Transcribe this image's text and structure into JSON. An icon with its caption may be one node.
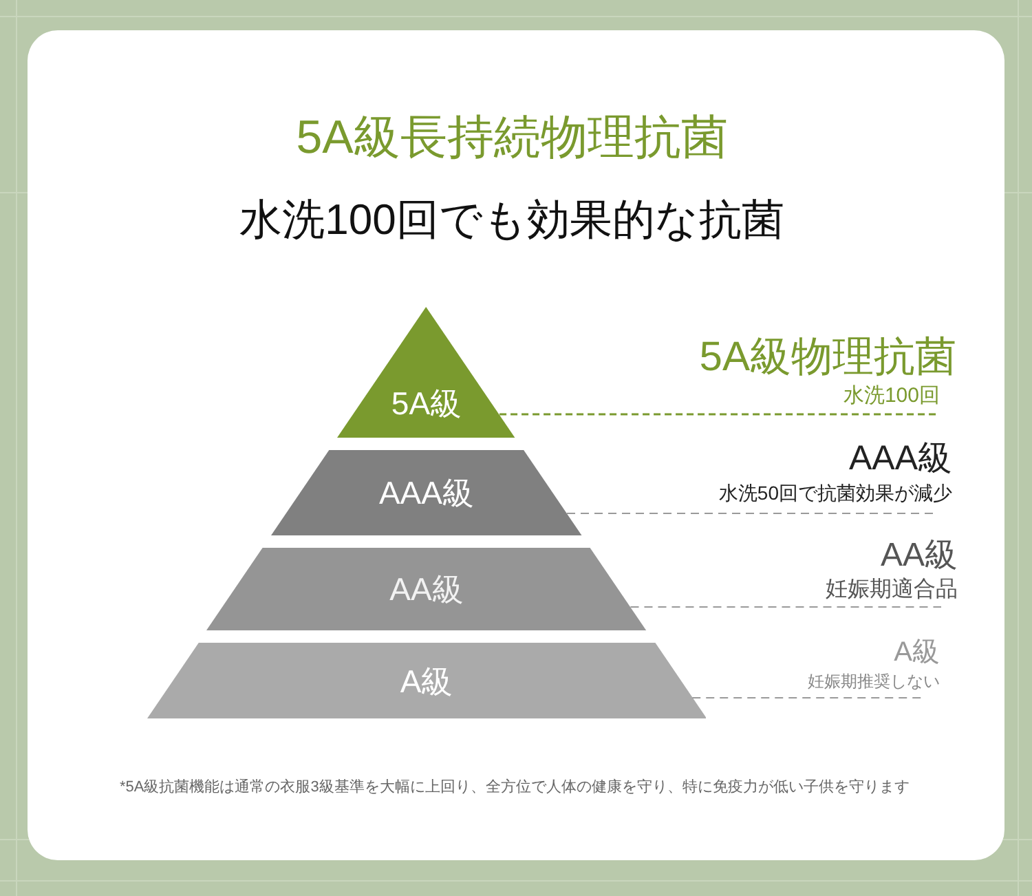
{
  "diagram": {
    "title": "5A級長持続物理抗菌",
    "nodes": [
      {
        "text": [
          "5A級"
        ]
      },
      {
        "text": [
          "AAA級"
        ]
      },
      {
        "text": [
          "AA級"
        ]
      },
      {
        "text": [
          "A級"
        ]
      },
      {
        "text": [
          "5A級物理抗菌",
          "水洗100回"
        ]
      },
      {
        "text": [
          "AAA級",
          "水洗50回で抗菌効果が減少"
        ]
      },
      {
        "text": [
          "AA級",
          "妊娠期適合品"
        ]
      },
      {
        "text": [
          "A級",
          "妊娠期推奨しない"
        ]
      }
    ],
    "edges": [
      {
        "from": 0,
        "to": 4,
        "arrow": "none",
        "style": "dashed",
        "color": "#7a9a2e"
      },
      {
        "from": 1,
        "to": 5,
        "arrow": "none",
        "style": "dashed"
      },
      {
        "from": 2,
        "to": 6,
        "arrow": "none",
        "style": "dashed"
      },
      {
        "from": 3,
        "to": 7,
        "arrow": "none",
        "style": "dashed"
      }
    ],
    "labels": [
      "水洗100回でも効果的な抗菌"
    ],
    "caption": "*5A級抗菌機能は通常の衣服3級基準を大幅に上回り、全方位で人体の健康を守り、特に免疫力が低い子供を守ります"
  }
}
